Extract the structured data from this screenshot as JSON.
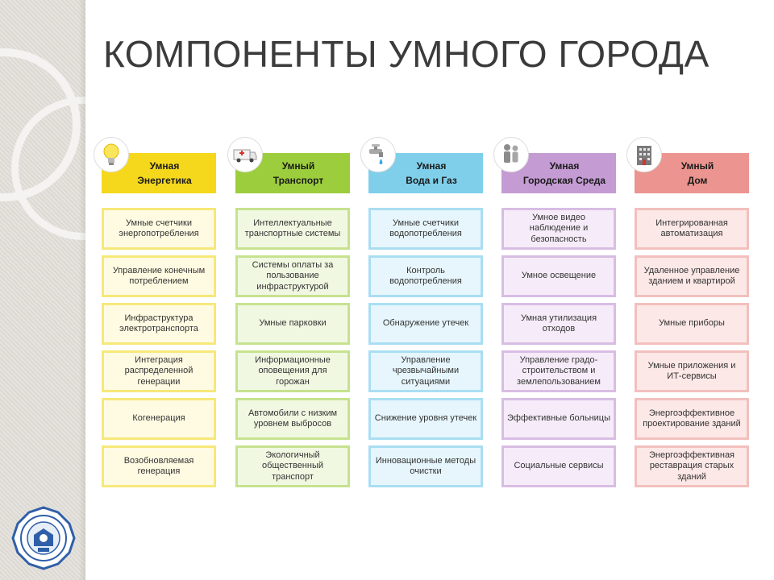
{
  "title": "КОМПОНЕНТЫ УМНОГО ГОРОДА",
  "columns": [
    {
      "icon": "lightbulb-icon",
      "header_line1": "Умная",
      "header_line2": "Энергетика",
      "color": "#f5d81c",
      "items": [
        "Умные счетчики энергопотребления",
        "Управление конечным потреблением",
        "Инфраструктура электротранспорта",
        "Интеграция распределенной генерации",
        "Когенерация",
        "Возобновляемая генерация"
      ]
    },
    {
      "icon": "ambulance-icon",
      "header_line1": "Умный",
      "header_line2": "Транспорт",
      "color": "#9ccd3c",
      "items": [
        "Интеллектуальные транспортные системы",
        "Системы оплаты за пользование инфраструктурой",
        "Умные парковки",
        "Информационные оповещения для горожан",
        "Автомобили с низким уровнем выбросов",
        "Экологичный общественный транспорт"
      ]
    },
    {
      "icon": "faucet-icon",
      "header_line1": "Умная",
      "header_line2": "Вода и Газ",
      "color": "#7fcfea",
      "items": [
        "Умные счетчики водопотребления",
        "Контроль водопотребления",
        "Обнаружение утечек",
        "Управление чрезвычайными ситуациями",
        "Снижение уровня утечек",
        "Инновационные методы очистки"
      ]
    },
    {
      "icon": "people-icon",
      "header_line1": "Умная",
      "header_line2": "Городская Среда",
      "color": "#c49bd3",
      "items": [
        "Умное видео наблюдение и безопасность",
        "Умное освещение",
        "Умная утилизация отходов",
        "Управление градо-строительством и землепользованием",
        "Эффективные больницы",
        "Социальные сервисы"
      ]
    },
    {
      "icon": "building-icon",
      "header_line1": "Умный",
      "header_line2": "Дом",
      "color": "#ec948f",
      "items": [
        "Интегрированная автоматизация",
        "Удаленное управление зданием и квартирой",
        "Умные приборы",
        "Умные приложения и ИТ-сервисы",
        "Энергоэффективное проектирование зданий",
        "Энергоэффективная реставрация старых зданий"
      ]
    }
  ]
}
